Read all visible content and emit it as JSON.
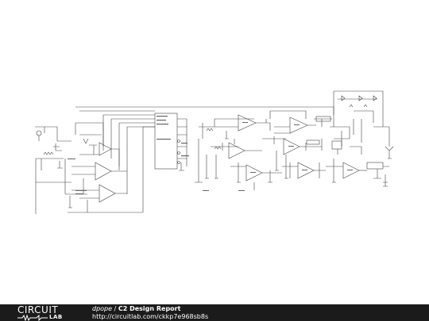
{
  "footer": {
    "brand_top": "CIRCUIT",
    "brand_bottom": "LAB",
    "author": "dpope",
    "separator": "/",
    "title": "C2 Design Report",
    "url": "http://circuitlab.com/ckkp7e968sb8s"
  }
}
